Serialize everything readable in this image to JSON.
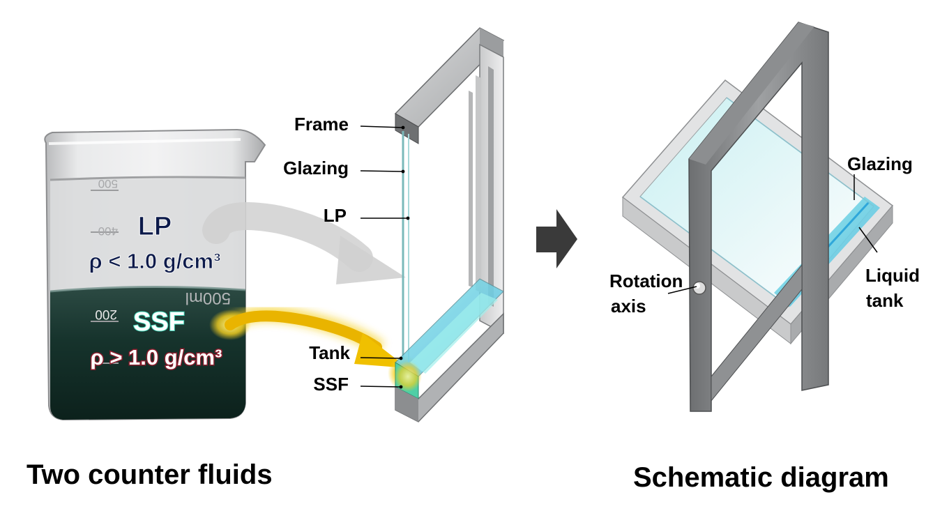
{
  "beaker": {
    "top_fluid_name": "LP",
    "top_fluid_density": "ρ < 1.0 g/cm³",
    "bottom_fluid_name": "SSF",
    "bottom_fluid_density": "ρ > 1.0 g/cm³",
    "scale_marks": [
      "500",
      "400",
      "200"
    ],
    "volume_text": "500ml"
  },
  "window_labels": {
    "frame": "Frame",
    "glazing": "Glazing",
    "lp": "LP",
    "tank": "Tank",
    "ssf": "SSF"
  },
  "schematic_labels": {
    "glazing": "Glazing",
    "liquid_tank_line1": "Liquid",
    "liquid_tank_line2": "tank",
    "rotation_axis_line1": "Rotation",
    "rotation_axis_line2": "axis"
  },
  "captions": {
    "left": "Two counter fluids",
    "right": "Schematic diagram"
  },
  "colors": {
    "lp_liquid": "#d9dadc",
    "ssf_liquid": "#16332c",
    "ssf_glow": "#f2c200",
    "lp_arrow": "#c8c8c8",
    "tank_fluid": "#63d6e6",
    "frame_gray": "#a9abad"
  }
}
